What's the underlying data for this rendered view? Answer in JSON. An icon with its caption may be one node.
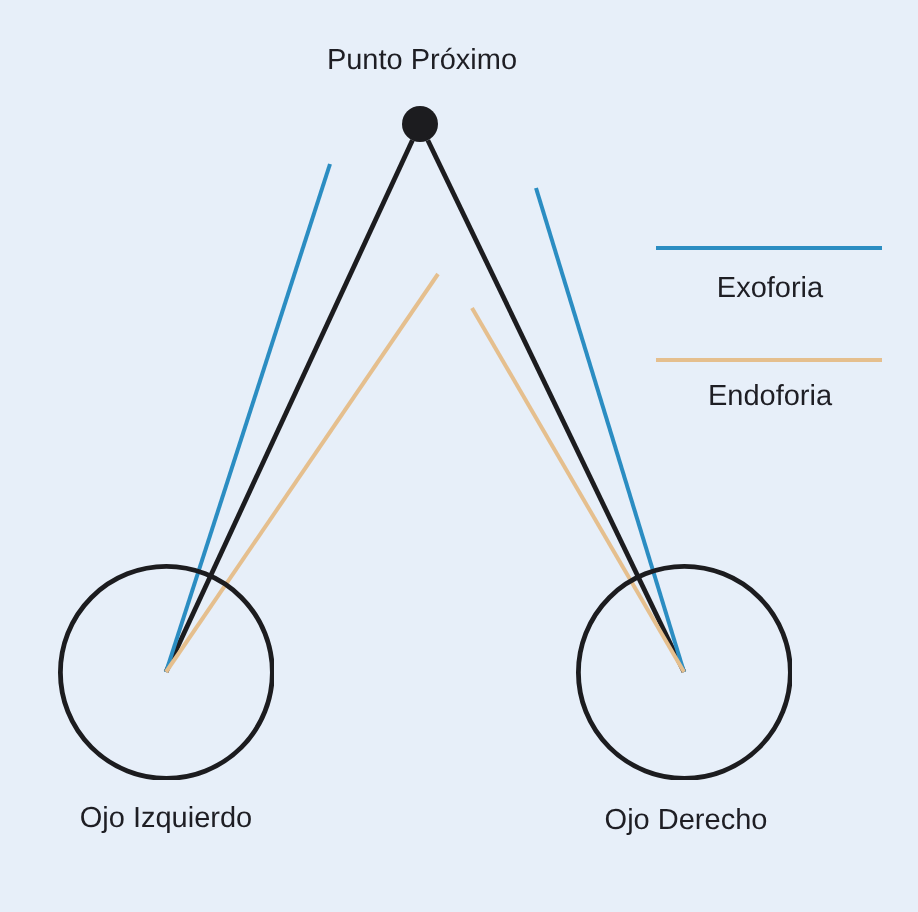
{
  "diagram": {
    "nodes": [
      {
        "text": [],
        "shape": "circle",
        "beside": [
          "Punto Próximo"
        ]
      },
      {
        "text": [],
        "shape": "circle",
        "beside": [
          "Ojo Izquierdo"
        ]
      },
      {
        "text": [],
        "shape": "circle",
        "beside": [
          "Ojo Derecho"
        ]
      }
    ],
    "edges": [
      {
        "from": 0,
        "to": 1,
        "arrow": "none"
      },
      {
        "from": 0,
        "to": 2,
        "arrow": "none"
      },
      {
        "from": 1,
        "to": null,
        "arrow": "none",
        "color": "#2b8dc2"
      },
      {
        "from": 1,
        "to": null,
        "arrow": "none",
        "color": "#e5bf8e"
      },
      {
        "from": 2,
        "to": null,
        "arrow": "none",
        "color": "#2b8dc2"
      },
      {
        "from": 2,
        "to": null,
        "arrow": "none",
        "color": "#e5bf8e"
      }
    ],
    "legend": [
      {
        "text": "Exoforia"
      },
      {
        "text": "Endoforia"
      }
    ]
  }
}
